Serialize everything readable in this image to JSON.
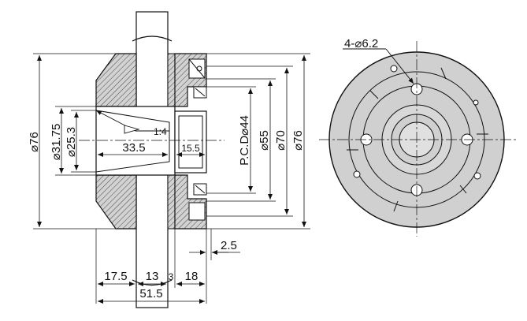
{
  "drawing": {
    "callouts": {
      "holes": "4-⌀6.2",
      "taper": "1:4"
    },
    "vertical_dims": {
      "overall_left": "⌀76",
      "bore_outer": "⌀31.75",
      "bore_inner": "⌀25.3",
      "pcd": "P.C.D⌀44",
      "d55": "⌀55",
      "d70": "⌀70",
      "d76_right": "⌀76"
    },
    "horizontal_dims": {
      "taper_length": "33.5",
      "counterbore_length": "15.5",
      "gap": "2.5",
      "seg1": "17.5",
      "seg2": "13",
      "seg3": "3",
      "seg4": "18",
      "overall": "51.5"
    },
    "colors": {
      "body_fill": "#d0d0d0",
      "line": "#111111",
      "background": "#ffffff"
    }
  }
}
